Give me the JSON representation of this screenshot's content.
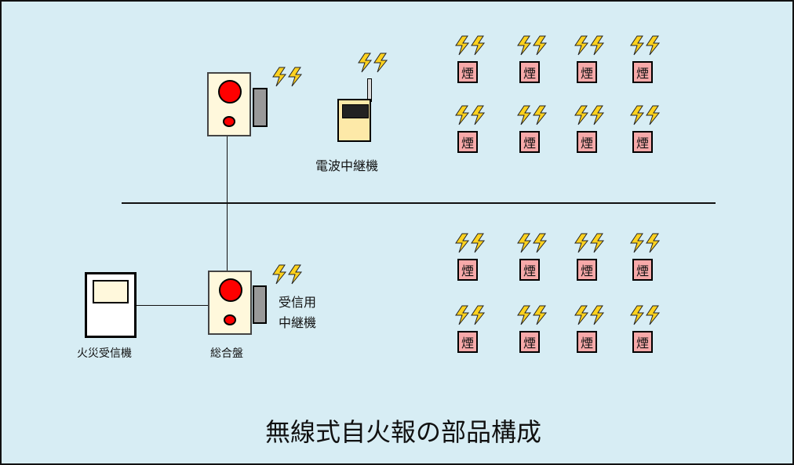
{
  "title": "無線式自火報の部品構成",
  "labels": {
    "relay": "電波中継機",
    "receiver": "火災受信機",
    "panel": "総合盤",
    "receiving_relay_line1": "受信用",
    "receiving_relay_line2": "中継機"
  },
  "detectors": {
    "symbol": "煙",
    "upper_floor_count": 8,
    "lower_floor_count": 8
  },
  "colors": {
    "background": "#d7edf4",
    "detector_fill": "#f7a9a9",
    "panel_fill": "#fff8dc",
    "lamp": "#ff0000",
    "bolt": "#ffd21f"
  }
}
